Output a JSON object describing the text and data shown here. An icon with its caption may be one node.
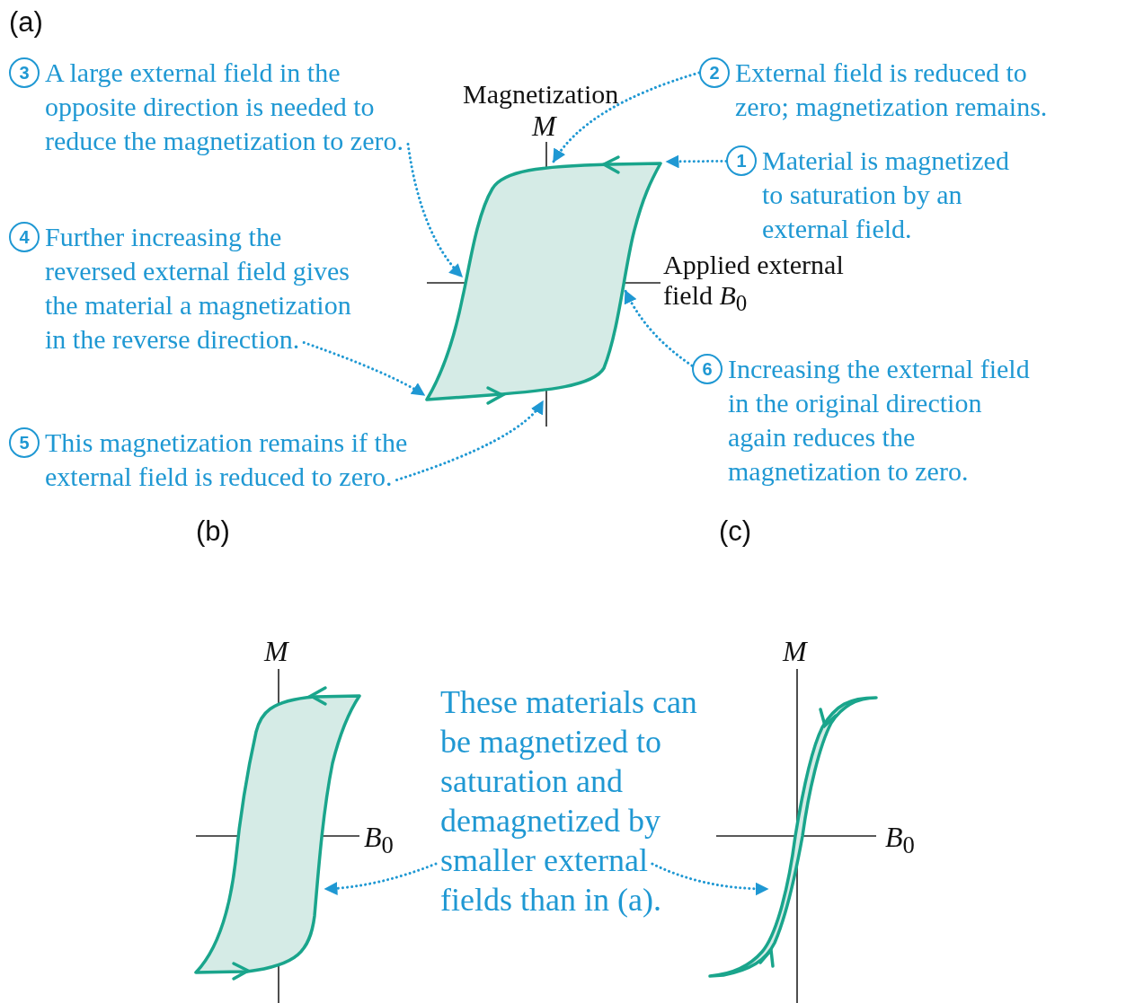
{
  "diagram": {
    "nodes": [
      {
        "text": [
          "3"
        ],
        "beside": [
          "A large external field in the opposite direction is needed to reduce the magnetization to zero."
        ]
      },
      {
        "text": [
          "2"
        ],
        "beside": [
          "External field is reduced to zero; magnetization remains."
        ]
      },
      {
        "text": [
          "1"
        ],
        "beside": [
          "Material is magnetized to saturation by an external field."
        ]
      },
      {
        "text": [
          "4"
        ],
        "beside": [
          "Further increasing the reversed external field gives the material a magnetization in the reverse direction."
        ]
      },
      {
        "text": [
          "6"
        ],
        "beside": [
          "Increasing the external field in the original direction again reduces the magnetization to zero."
        ]
      },
      {
        "text": [
          "5"
        ],
        "beside": [
          "This magnetization remains if the external field is reduced to zero."
        ]
      },
      {
        "text": [
          "These materials can be magnetized to saturation and demagnetized by smaller external fields than in (a)."
        ]
      }
    ],
    "edges": [
      {
        "from": 0,
        "to": null,
        "arrow": "to"
      },
      {
        "from": 1,
        "to": null,
        "arrow": "to"
      },
      {
        "from": 2,
        "to": null,
        "arrow": "to"
      },
      {
        "from": 3,
        "to": null,
        "arrow": "to"
      },
      {
        "from": 4,
        "to": null,
        "arrow": "to"
      },
      {
        "from": 5,
        "to": null,
        "arrow": "to"
      },
      {
        "from": 6,
        "to": null,
        "arrow": "to"
      },
      {
        "from": 6,
        "to": null,
        "arrow": "to"
      }
    ],
    "labels": [
      "(a)",
      "Magnetization",
      "M",
      "Applied external field *B*$_{0}$",
      "(b)",
      "(c)",
      "M",
      "*B*$_{0}$",
      "M",
      "*B*$_{0}$"
    ]
  }
}
